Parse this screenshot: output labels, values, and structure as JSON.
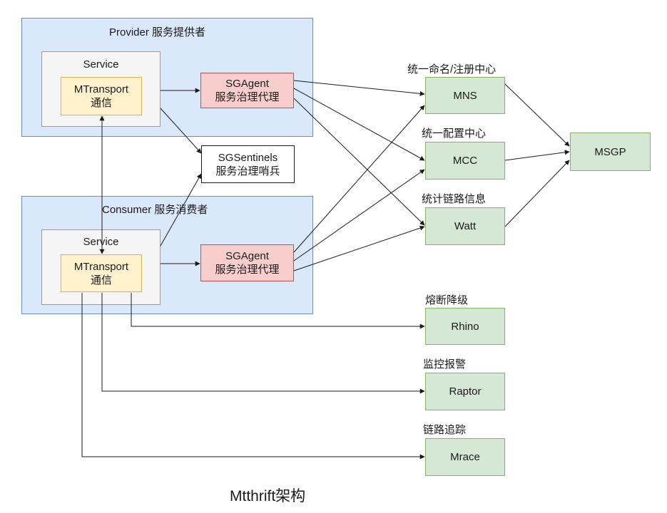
{
  "provider": {
    "title": "Provider 服务提供者",
    "service_title": "Service",
    "mtransport": {
      "line1": "MTransport",
      "line2": "通信"
    },
    "sgagent": {
      "line1": "SGAgent",
      "line2": "服务治理代理"
    }
  },
  "consumer": {
    "title": "Consumer 服务消费者",
    "service_title": "Service",
    "mtransport": {
      "line1": "MTransport",
      "line2": "通信"
    },
    "sgagent": {
      "line1": "SGAgent",
      "line2": "服务治理代理"
    }
  },
  "sentinels": {
    "line1": "SGSentinels",
    "line2": "服务治理哨兵"
  },
  "targets": {
    "mns": {
      "label": "统一命名/注册中心",
      "name": "MNS"
    },
    "mcc": {
      "label": "统一配置中心",
      "name": "MCC"
    },
    "watt": {
      "label": "统计链路信息",
      "name": "Watt"
    },
    "rhino": {
      "label": "熔断降级",
      "name": "Rhino"
    },
    "raptor": {
      "label": "监控报警",
      "name": "Raptor"
    },
    "mrace": {
      "label": "链路追踪",
      "name": "Mrace"
    }
  },
  "msgp": {
    "name": "MSGP"
  },
  "caption": "Mtthrift架构",
  "colors": {
    "group_fill": "#dae8fc",
    "service_fill": "#f5f5f5",
    "transport_fill": "#fff2cc",
    "agent_fill": "#f8cecc",
    "target_fill": "#d5e8d4"
  }
}
